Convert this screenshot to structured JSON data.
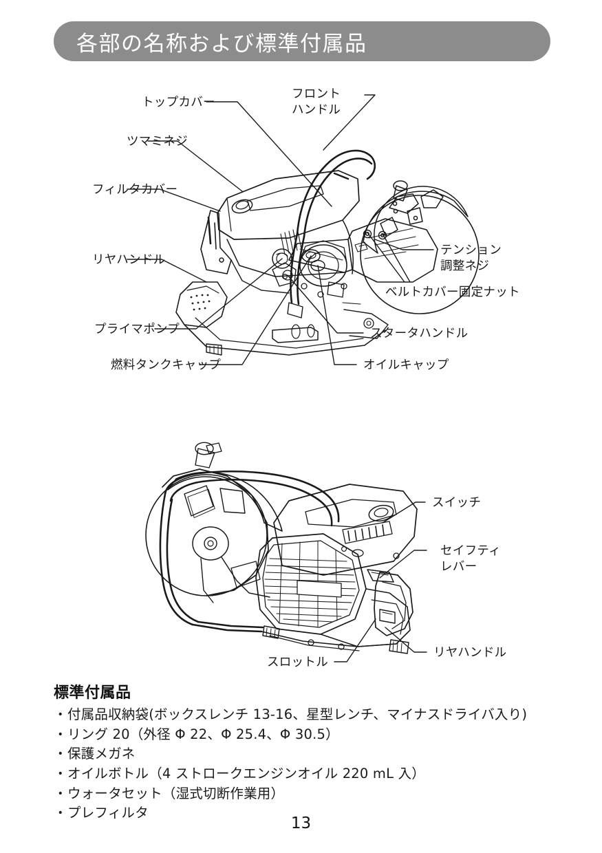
{
  "header": {
    "title": "各部の名称および標準付属品",
    "bar_color": "#8c8c8c",
    "text_color": "#ffffff"
  },
  "figures": {
    "top": {
      "name": "engine-cutter-left-side-view",
      "callouts": [
        {
          "id": "top-cover",
          "label": "トップカバー"
        },
        {
          "id": "knob-screw",
          "label": "ツマミネジ"
        },
        {
          "id": "filter-cover",
          "label": "フィルタカバー"
        },
        {
          "id": "rear-handle",
          "label": "リヤハンドル"
        },
        {
          "id": "primer-pump",
          "label": "プライマポンプ"
        },
        {
          "id": "fuel-tank-cap",
          "label": "燃料タンクキャップ"
        },
        {
          "id": "front-handle-l1",
          "label": "フロント"
        },
        {
          "id": "front-handle-l2",
          "label": "ハンドル"
        },
        {
          "id": "tension-screw-l1",
          "label": "テンション"
        },
        {
          "id": "tension-screw-l2",
          "label": "調整ネジ"
        },
        {
          "id": "belt-cover-nut",
          "label": "ベルトカバー固定ナット"
        },
        {
          "id": "starter-handle",
          "label": "スタータハンドル"
        },
        {
          "id": "oil-cap",
          "label": "オイルキャップ"
        }
      ]
    },
    "bottom": {
      "name": "engine-cutter-right-side-view",
      "callouts": [
        {
          "id": "switch",
          "label": "スイッチ"
        },
        {
          "id": "safety-lever-l1",
          "label": "セイフティ"
        },
        {
          "id": "safety-lever-l2",
          "label": "レバー"
        },
        {
          "id": "throttle",
          "label": "スロットル"
        },
        {
          "id": "rear-handle-2",
          "label": "リヤハンドル"
        }
      ]
    }
  },
  "accessories": {
    "heading": "標準付属品",
    "bullet": "・",
    "items": [
      "付属品収納袋(ボックスレンチ 13-16、星型レンチ、マイナスドライバ入り)",
      "リング 20（外径 Φ 22、Φ 25.4、Φ 30.5）",
      "保護メガネ",
      "オイルボトル（4 ストロークエンジンオイル 220 mL 入）",
      "ウォータセット（湿式切断作業用）",
      "プレフィルタ"
    ]
  },
  "footer": {
    "page_number": "13"
  }
}
